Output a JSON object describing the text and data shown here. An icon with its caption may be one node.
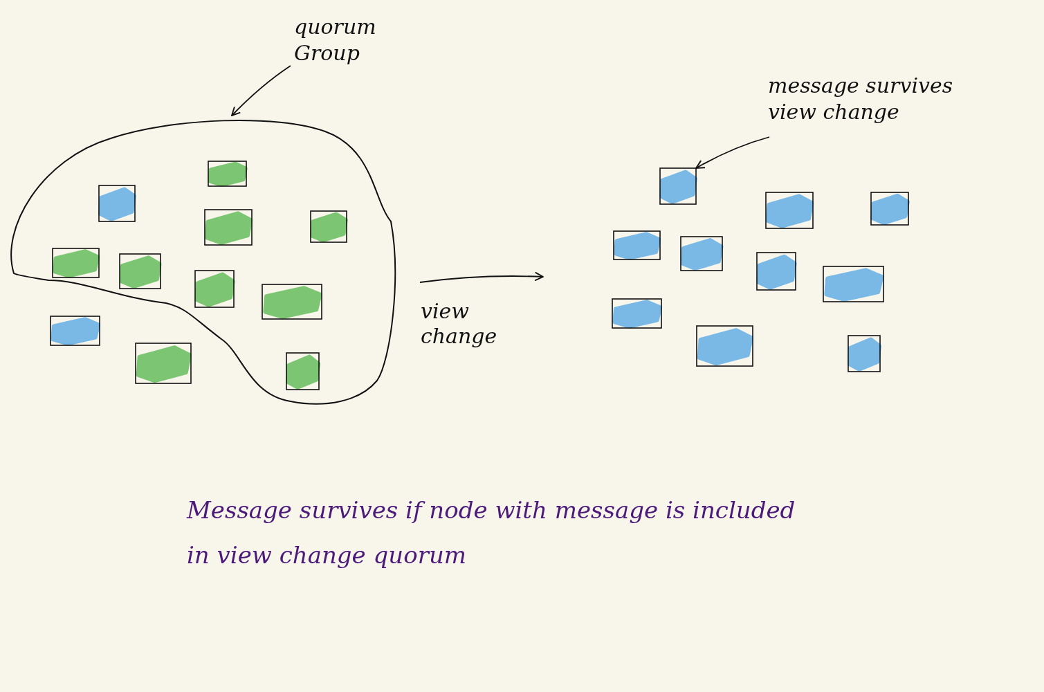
{
  "diagram": {
    "caption": "Message survives if node with message is included in view change quorum",
    "nodes": [
      {
        "text": [
          "quorum Group"
        ]
      },
      {
        "text": [],
        "shape": "cloud"
      },
      {
        "text": [],
        "shape": "box",
        "in": 1
      },
      {
        "text": [],
        "shape": "box",
        "in": 1
      },
      {
        "text": [],
        "shape": "box",
        "in": 1
      },
      {
        "text": [],
        "shape": "box",
        "in": 1
      },
      {
        "text": [],
        "shape": "box",
        "in": 1
      },
      {
        "text": [],
        "shape": "box",
        "in": 1
      },
      {
        "text": [],
        "shape": "box",
        "in": 1
      },
      {
        "text": [],
        "shape": "box",
        "in": 1
      },
      {
        "text": [],
        "shape": "box",
        "in": 1
      },
      {
        "text": [],
        "shape": "box"
      },
      {
        "text": [],
        "shape": "box"
      },
      {
        "text": [
          "message survives view change"
        ]
      },
      {
        "text": [],
        "shape": "box"
      },
      {
        "text": [],
        "shape": "box"
      },
      {
        "text": [],
        "shape": "box"
      },
      {
        "text": [],
        "shape": "box"
      },
      {
        "text": [],
        "shape": "box"
      },
      {
        "text": [],
        "shape": "box"
      },
      {
        "text": [],
        "shape": "box"
      },
      {
        "text": [],
        "shape": "box"
      },
      {
        "text": [],
        "shape": "box"
      },
      {
        "text": [],
        "shape": "box"
      }
    ],
    "edges": [
      {
        "from": 0,
        "to": 1,
        "arrow": "to"
      },
      {
        "from": 13,
        "to": 14,
        "arrow": "to"
      },
      {
        "from": 1,
        "to": null,
        "arrow": "to",
        "label": "view change"
      }
    ]
  }
}
